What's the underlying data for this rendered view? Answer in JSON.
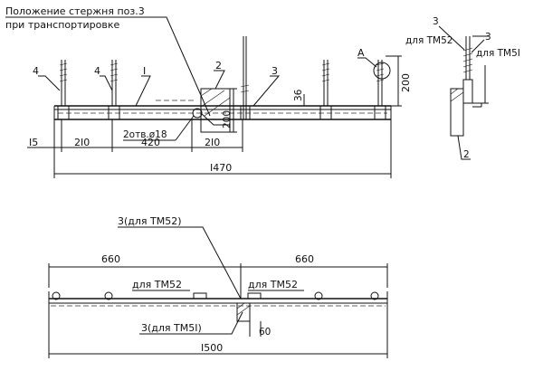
{
  "notes": {
    "rod_position_line1": "Положение стержня поз.3",
    "rod_position_line2": "при транспортировке"
  },
  "callouts": {
    "top_4_left": "4",
    "top_4_mid": "4",
    "top_1": "I",
    "top_2": "2",
    "top_3": "3",
    "top_A": "A",
    "detail_3_top": "3",
    "detail_3_tm52": "для ТМ52",
    "detail_3_right": "3",
    "detail_3_tm51": "для ТМ5I",
    "detail_2": "2",
    "holes": "2отв.ø18"
  },
  "dimensions": {
    "d15": "I5",
    "d210_left": "2I0",
    "d420": "420",
    "d210_right": "2I0",
    "d1470": "I470",
    "d200_top": "200",
    "d36": "36",
    "d200_detail": "200",
    "d660_left": "660",
    "d660_right": "660",
    "d1500": "I500",
    "d60": "60"
  },
  "plan_view": {
    "label_3_tm52": "3(для ТМ52)",
    "label_tm52_left": "для ТМ52",
    "label_tm52_right": "для ТМ52",
    "label_3_tm51": "3(для ТМ5I)"
  }
}
